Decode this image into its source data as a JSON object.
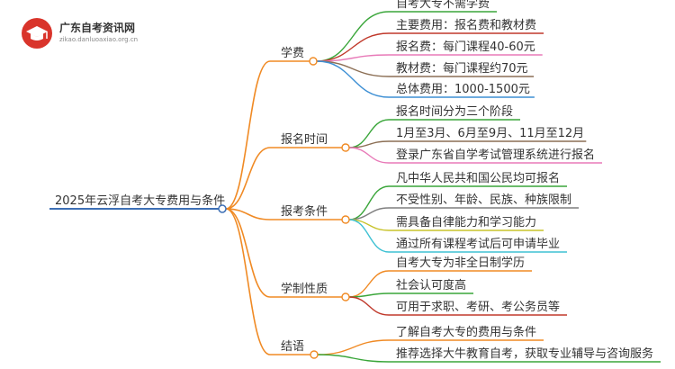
{
  "logo": {
    "name": "广东自考资讯网",
    "url": "zikao.danluoaxiao.org.cn"
  },
  "root": {
    "label": "2025年云浮自考大专费用与条件",
    "color": "#3d6fb5"
  },
  "branches": [
    {
      "label": "学费",
      "color": "#f08a24",
      "children": [
        {
          "label": "自考大专不需学费",
          "color": "#3aa63a"
        },
        {
          "label": "主要费用：报名费和教材费",
          "color": "#c0392b"
        },
        {
          "label": "报名费：每门课程40-60元",
          "color": "#e87ab8"
        },
        {
          "label": "教材费：每门课程约70元",
          "color": "#8c6f55"
        },
        {
          "label": "总体费用：1000-1500元",
          "color": "#3d8fd4"
        }
      ]
    },
    {
      "label": "报名时间",
      "color": "#f08a24",
      "children": [
        {
          "label": "报名时间分为三个阶段",
          "color": "#3aa63a"
        },
        {
          "label": "1月至3月、6月至9月、11月至12月",
          "color": "#8c6f55"
        },
        {
          "label": "登录广东省自学考试管理系统进行报名",
          "color": "#e87ab8"
        }
      ]
    },
    {
      "label": "报考条件",
      "color": "#f08a24",
      "children": [
        {
          "label": "凡中华人民共和国公民均可报名",
          "color": "#3aa63a"
        },
        {
          "label": "不受性别、年龄、民族、种族限制",
          "color": "#7f7f7f"
        },
        {
          "label": "需具备自律能力和学习能力",
          "color": "#c8c32a"
        },
        {
          "label": "通过所有课程考试后可申请毕业",
          "color": "#3ec1d3"
        }
      ]
    },
    {
      "label": "学制性质",
      "color": "#f08a24",
      "children": [
        {
          "label": "自考大专为非全日制学历",
          "color": "#f08a24"
        },
        {
          "label": "社会认可度高",
          "color": "#3aa63a"
        },
        {
          "label": "可用于求职、考研、考公务员等",
          "color": "#c0392b"
        }
      ]
    },
    {
      "label": "结语",
      "color": "#f08a24",
      "children": [
        {
          "label": "了解自考大专的费用与条件",
          "color": "#f08a24"
        },
        {
          "label": "推荐选择大牛教育自考，获取专业辅导与咨询服务",
          "color": "#3aa63a"
        }
      ]
    }
  ]
}
